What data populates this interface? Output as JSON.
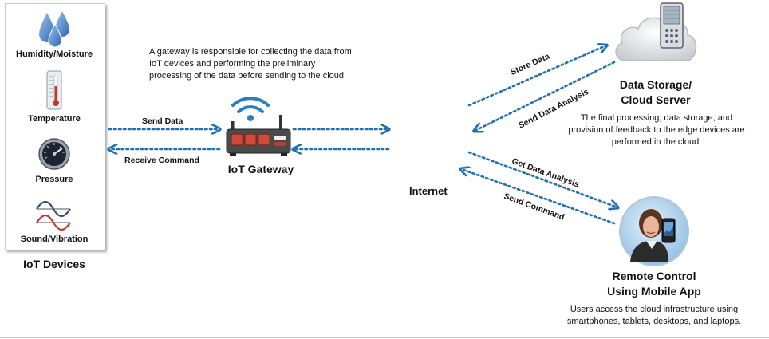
{
  "devices": {
    "panel_title": "IoT Devices",
    "items": [
      {
        "label": "Humidity/Moisture",
        "icon": "water-drops-icon"
      },
      {
        "label": "Temperature",
        "icon": "thermometer-icon"
      },
      {
        "label": "Pressure",
        "icon": "pressure-gauge-icon"
      },
      {
        "label": "Sound/Vibration",
        "icon": "sound-wave-icon"
      }
    ]
  },
  "gateway": {
    "title": "IoT Gateway",
    "description": [
      "A gateway is responsible for collecting the data from",
      "IoT devices and performing the preliminary",
      "processing of the data before sending to the cloud."
    ]
  },
  "links": {
    "send_data": "Send Data",
    "receive_command": "Receive Command",
    "store_data": "Store Data",
    "send_data_analysis": "Send Data Analysis",
    "get_data_analysis": "Get Data Analysis",
    "send_command": "Send Command"
  },
  "internet": {
    "label": "Internet"
  },
  "cloud": {
    "title_line1": "Data Storage/",
    "title_line2": "Cloud Server",
    "description": [
      "The final processing, data storage, and",
      "provision of feedback to the edge devices are",
      "performed in the cloud."
    ]
  },
  "remote": {
    "title_line1": "Remote Control",
    "title_line2": "Using Mobile App",
    "description": [
      "Users access the cloud infrastructure using",
      "smartphones, tablets, desktops, and laptops."
    ]
  },
  "colors": {
    "arrow": "#1f6fb5",
    "panel_border": "#c9c9c9",
    "router_red": "#c0392b",
    "wifi_blue": "#2a7fc0"
  }
}
